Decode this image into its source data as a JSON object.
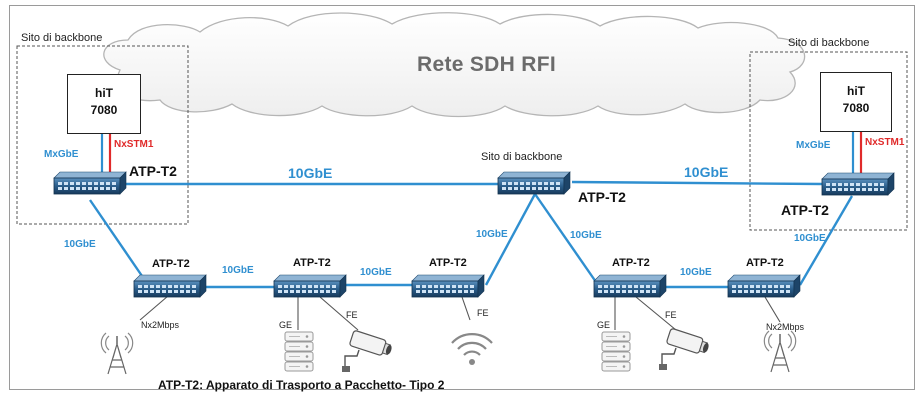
{
  "cloud": {
    "title": "Rete SDH RFI"
  },
  "sites": {
    "left": "Sito di backbone",
    "right": "Sito di backbone",
    "center": "Sito di backbone"
  },
  "equipment": {
    "hit_left": {
      "line1": "hiT",
      "line2": "7080"
    },
    "hit_right": {
      "line1": "hiT",
      "line2": "7080"
    },
    "atp_left_label": "ATP-T2",
    "atp_center_label": "ATP-T2",
    "atp_right_label": "ATP-T2",
    "atp_r1": "ATP-T2",
    "atp_r2": "ATP-T2",
    "atp_r3": "ATP-T2",
    "atp_r4": "ATP-T2",
    "atp_r5": "ATP-T2"
  },
  "interfaces": {
    "mxgbe_left": "MxGbE",
    "nxstm1_left": "NxSTM1",
    "mxgbe_right": "MxGbE",
    "nxstm1_right": "NxSTM1"
  },
  "links": {
    "backbone_left": "10GbE",
    "backbone_right": "10GbE",
    "left_down": "10GbE",
    "r1_r2": "10GbE",
    "r2_r3": "10GbE",
    "center_r3": "10GbE",
    "center_r4": "10GbE",
    "r4_r5": "10GbE",
    "right_down": "10GbE"
  },
  "ports": {
    "nx2mbps_left": "Nx2Mbps",
    "ge_r2": "GE",
    "fe_r2": "FE",
    "fe_r3": "FE",
    "ge_r4": "GE",
    "fe_r4": "FE",
    "nx2mbps_right": "Nx2Mbps"
  },
  "caption": "ATP-T2: Apparato di Trasporto a Pacchetto- Tipo 2",
  "colors": {
    "link": "#2f8fd0",
    "stm": "#e02a2a",
    "device": "#2a5d8a"
  }
}
